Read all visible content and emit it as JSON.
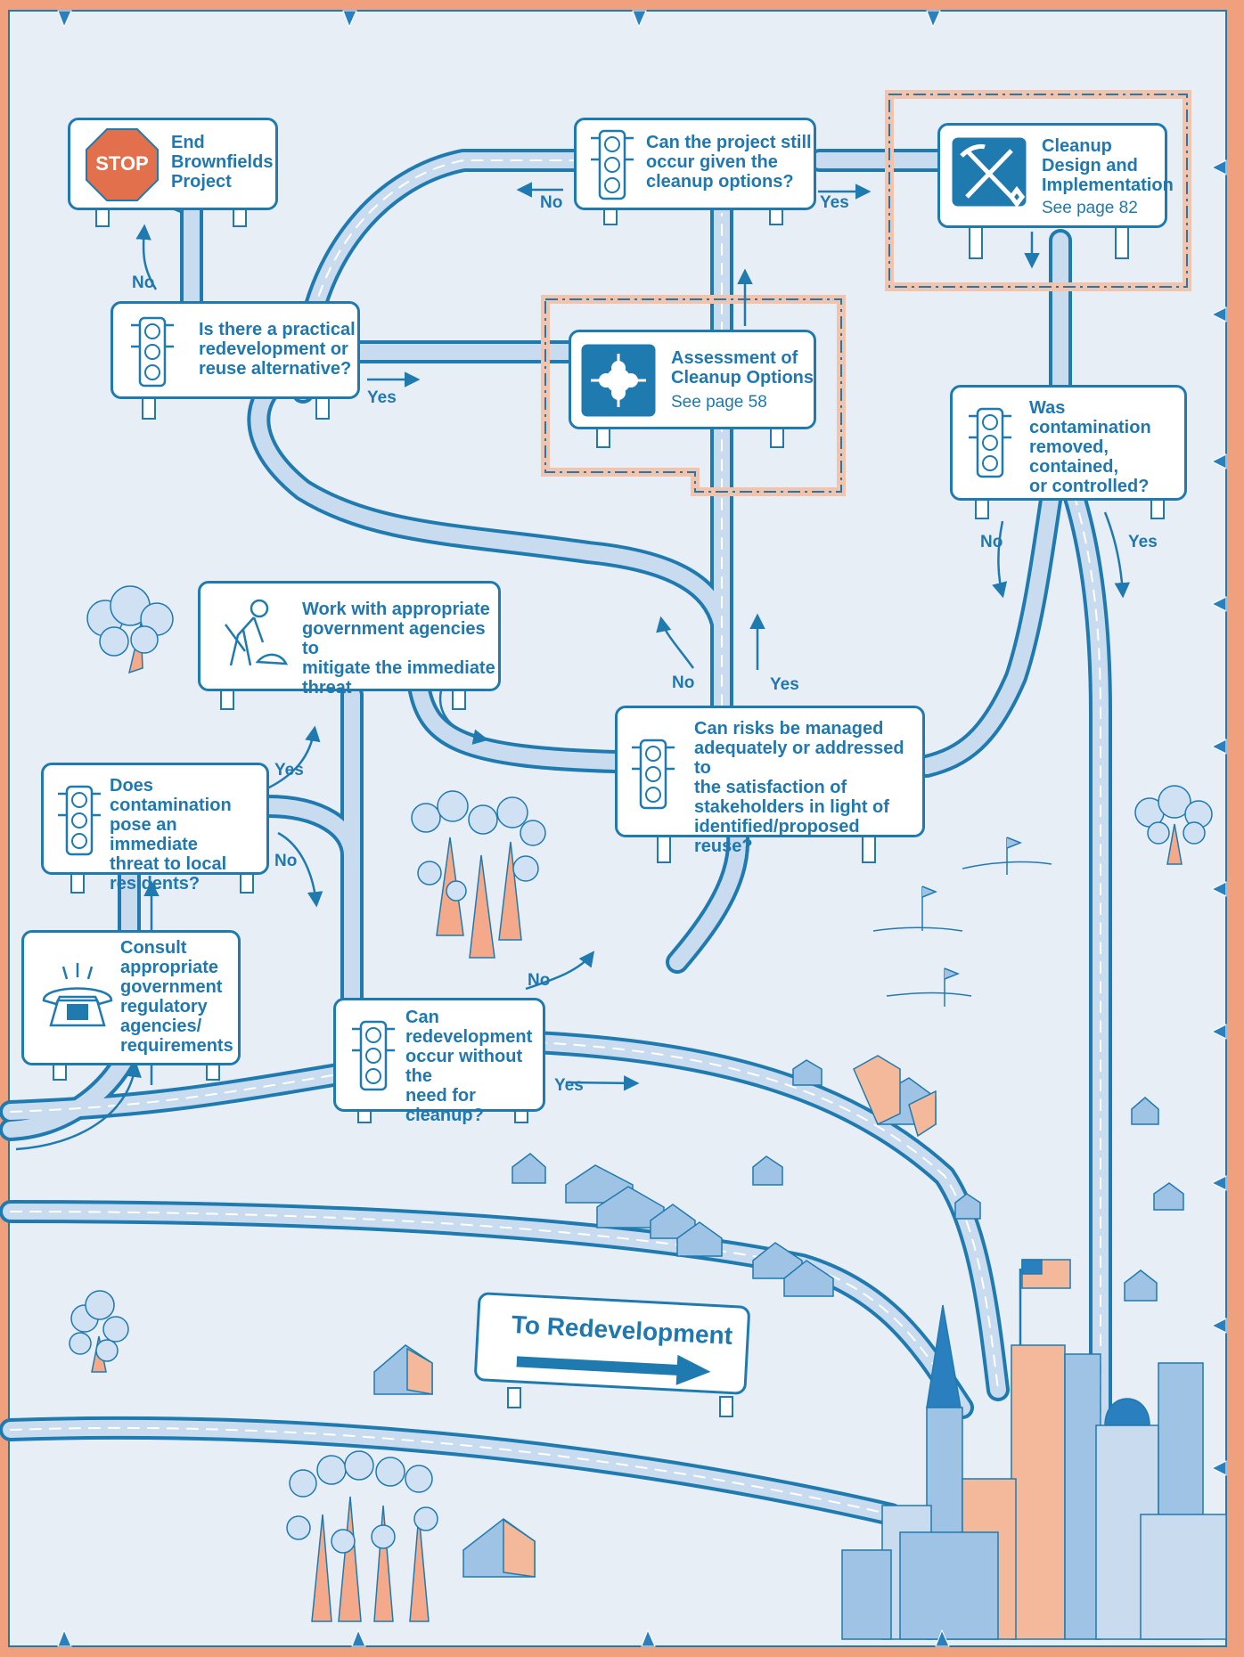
{
  "signs": {
    "stop": {
      "badge": "STOP",
      "lines": [
        "End",
        "Brownfields",
        "Project"
      ]
    },
    "practical": {
      "lines": [
        "Is there a practical",
        "redevelopment or",
        "reuse alternative?"
      ]
    },
    "still_occur": {
      "lines": [
        "Can the project still",
        "occur given the",
        "cleanup options?"
      ]
    },
    "cleanup_design": {
      "lines": [
        "Cleanup",
        "Design and",
        "Implementation"
      ],
      "sub": "See page 82"
    },
    "assessment": {
      "lines": [
        "Assessment of",
        "Cleanup Options"
      ],
      "sub": "See page 58"
    },
    "removed": {
      "lines": [
        "Was contamination",
        "removed,",
        "contained,",
        "or controlled?"
      ]
    },
    "mitigate": {
      "lines": [
        "Work with appropriate",
        "government agencies to",
        "mitigate the immediate",
        "threat"
      ]
    },
    "threat": {
      "lines": [
        "Does contamination",
        "pose an immediate",
        "threat to local",
        "residents?"
      ]
    },
    "consult": {
      "lines": [
        "Consult",
        "appropriate",
        "government",
        "regulatory",
        "agencies/",
        "requirements"
      ]
    },
    "risks": {
      "lines": [
        "Can risks be managed",
        "adequately or addressed to",
        "the satisfaction of",
        "stakeholders in light of",
        "identified/proposed reuse?"
      ]
    },
    "without_cleanup": {
      "lines": [
        "Can",
        "redevelopment",
        "occur without the",
        "need for cleanup?"
      ]
    },
    "redevelopment": {
      "text": "To Redevelopment"
    }
  },
  "labels": {
    "no_stop": "No",
    "yes_assessment": "Yes",
    "no_still": "No",
    "yes_still": "Yes",
    "no_removed": "No",
    "yes_removed": "Yes",
    "no_risks": "No",
    "yes_risks": "Yes",
    "yes_threat": "Yes",
    "no_threat": "No",
    "no_without": "No",
    "yes_without": "Yes"
  },
  "colors": {
    "road": "#1f7ab0",
    "road_fill": "#c9dcef",
    "sign_text": "#1f78b0",
    "stop": "#e2704d",
    "border": "#e88a63",
    "building_orange": "#f4b89b",
    "building_blue": "#9ec3e4"
  }
}
